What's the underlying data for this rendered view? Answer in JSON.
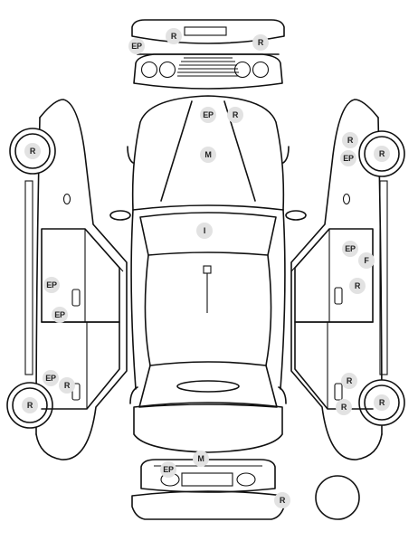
{
  "colors": {
    "stroke": "#111111",
    "marker_bg": "#e2e2e2",
    "marker_text": "#222222",
    "background": "#ffffff"
  },
  "markers": [
    {
      "id": "rear-bumper-ep",
      "label": "EP"
    },
    {
      "id": "rear-bumper-r-left",
      "label": "R"
    },
    {
      "id": "rear-bumper-r-right",
      "label": "R"
    },
    {
      "id": "roof-ep",
      "label": "EP"
    },
    {
      "id": "roof-r",
      "label": "R"
    },
    {
      "id": "hood-m",
      "label": "M"
    },
    {
      "id": "windshield-i",
      "label": "I"
    },
    {
      "id": "front-m",
      "label": "M"
    },
    {
      "id": "front-bumper-ep",
      "label": "EP"
    },
    {
      "id": "front-bumper-r",
      "label": "R"
    },
    {
      "id": "left-rear-wheel-r",
      "label": "R"
    },
    {
      "id": "left-front-wheel-r",
      "label": "R"
    },
    {
      "id": "left-door-ep",
      "label": "EP"
    },
    {
      "id": "left-sill-ep",
      "label": "EP"
    },
    {
      "id": "left-fender-ep",
      "label": "EP"
    },
    {
      "id": "left-fender-r",
      "label": "R"
    },
    {
      "id": "right-quarter-r",
      "label": "R"
    },
    {
      "id": "right-quarter-ep",
      "label": "EP"
    },
    {
      "id": "right-rear-wheel-r",
      "label": "R"
    },
    {
      "id": "right-door-ep",
      "label": "EP"
    },
    {
      "id": "right-door-f",
      "label": "F"
    },
    {
      "id": "right-door-r",
      "label": "R"
    },
    {
      "id": "right-fender-r-top",
      "label": "R"
    },
    {
      "id": "right-fender-r-bottom",
      "label": "R"
    },
    {
      "id": "right-front-wheel-r",
      "label": "R"
    }
  ]
}
